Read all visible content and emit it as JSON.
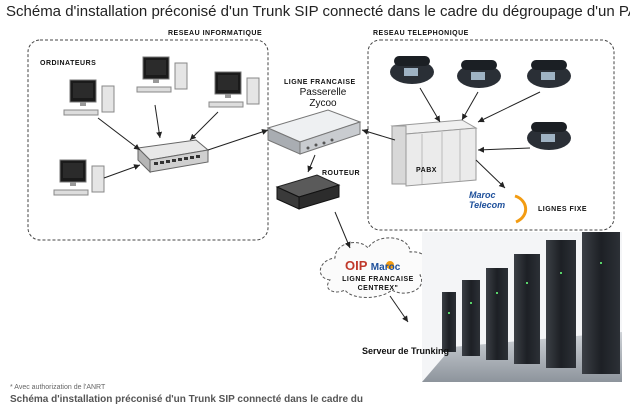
{
  "title": "Schéma d'installation préconisé d'un Trunk SIP connecté dans le cadre du dégroupage d'un PABX",
  "labels": {
    "reseau_info": "RESEAU INFORMATIQUE",
    "reseau_tel": "RESEAU TELEPHONIQUE",
    "ordinateurs": "ORDINATEURS",
    "ligne_fr": "LIGNE FRANCAISE",
    "passerelle": "Passerelle",
    "zycoo": "Zycoo",
    "routeur": "ROUTEUR",
    "pabx": "PABX",
    "lignes_fixe": "LIGNES FIXE",
    "maroc_telecom_1": "Maroc",
    "maroc_telecom_2": "Telecom",
    "oip": "OIP",
    "oip_maroc": "Maroc",
    "cloud_1": "LIGNE FRANCAISE",
    "cloud_2": "CENTREX\"",
    "serveur": "Serveur de Trunking"
  },
  "footer": {
    "note": "* Avec authorization de l'ANRT",
    "caption": "Schéma d'installation préconisé d'un Trunk SIP connecté dans le cadre du"
  },
  "colors": {
    "accent_blue": "#1d4f9a",
    "accent_red": "#c0392b",
    "line": "#222222"
  }
}
